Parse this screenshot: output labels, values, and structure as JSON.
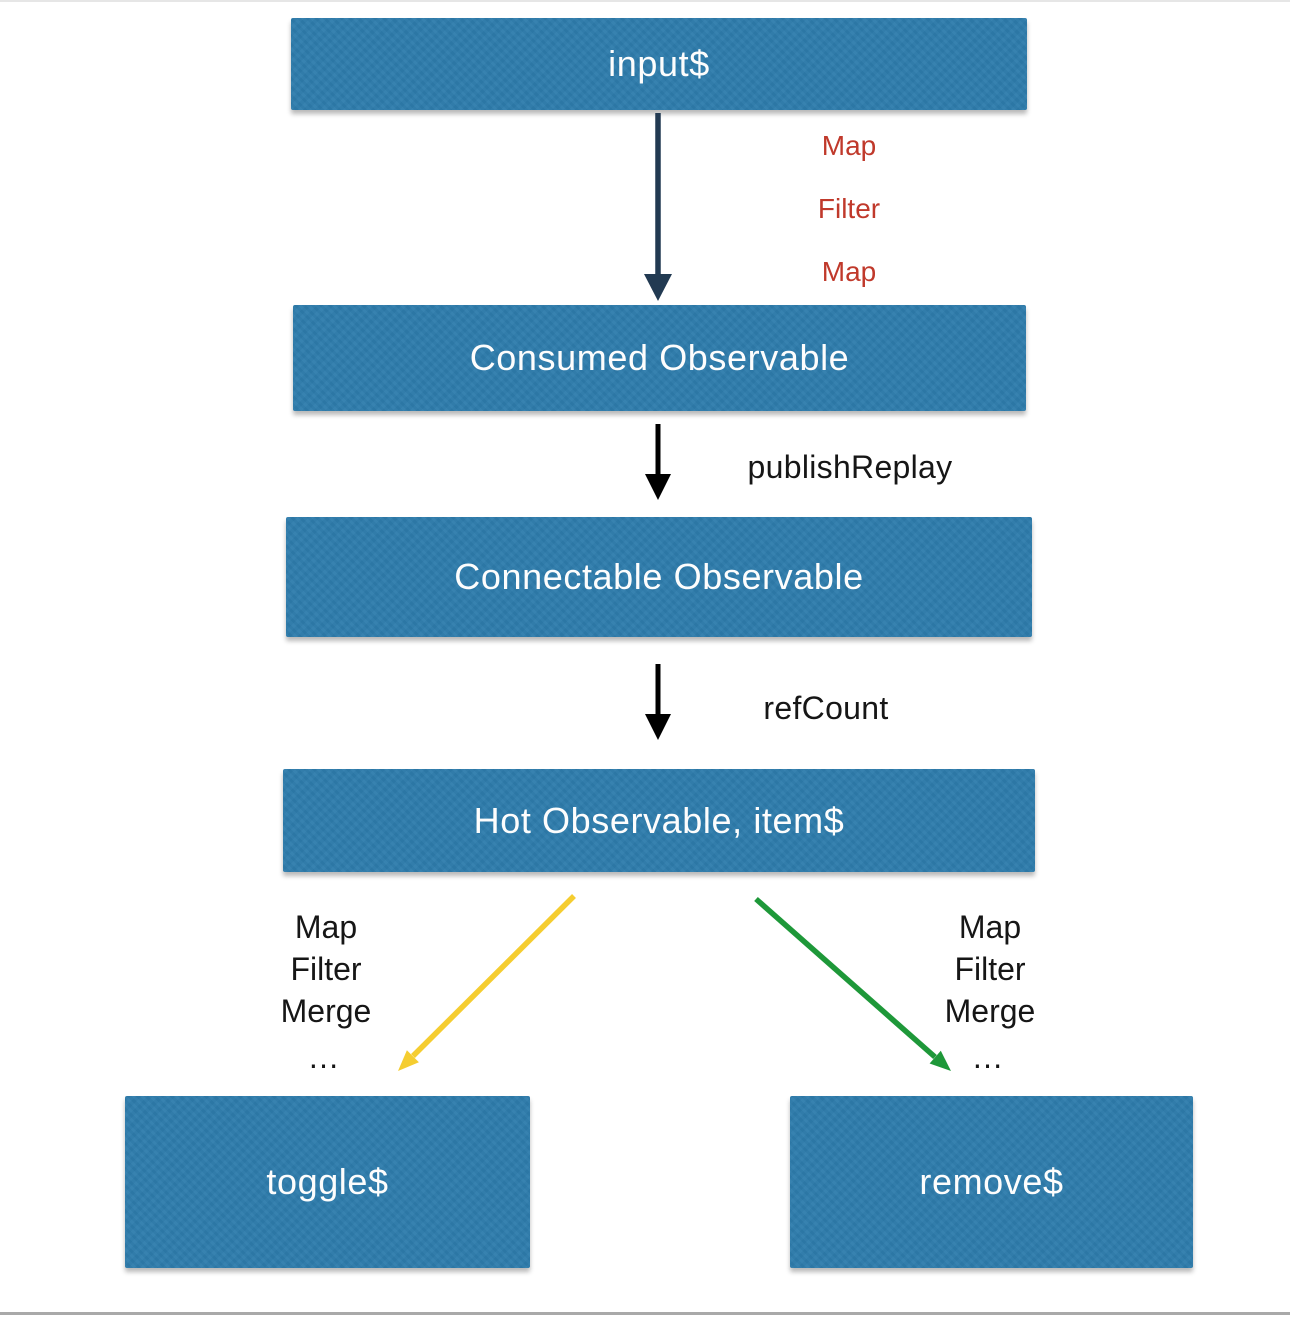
{
  "colors": {
    "node_fill": "#2E7CAC",
    "node_text": "#FFFFFF",
    "arrow_navy": "#223A52",
    "arrow_black": "#000000",
    "arrow_yellow": "#F5CD30",
    "arrow_green": "#1E9839",
    "operator_red": "#C0392B",
    "edge_label_text": "#161616",
    "divider_gray": "#A9A9A9"
  },
  "nodes": {
    "input": "input$",
    "consumed": "Consumed Observable",
    "connectable": "Connectable Observable",
    "hot": "Hot Observable, item$",
    "toggle": "toggle$",
    "remove": "remove$"
  },
  "edges": {
    "input_to_consumed": {
      "operators": [
        "Map",
        "Filter",
        "Map"
      ]
    },
    "consumed_to_connectable": {
      "label": "publishReplay"
    },
    "connectable_to_hot": {
      "label": "refCount"
    },
    "hot_to_toggle": {
      "operators": [
        "Map",
        "Filter",
        "Merge",
        "…"
      ]
    },
    "hot_to_remove": {
      "operators": [
        "Map",
        "Filter",
        "Merge",
        "…"
      ]
    }
  }
}
